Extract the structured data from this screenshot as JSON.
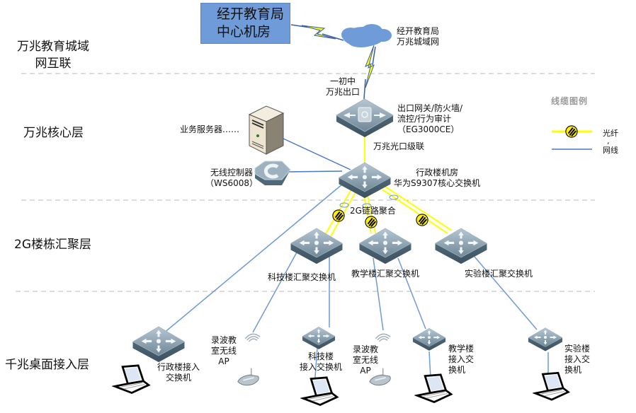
{
  "layers": [
    {
      "id": "metro",
      "label": "万兆教育城域\n网互联"
    },
    {
      "id": "core",
      "label": "万兆核心层"
    },
    {
      "id": "aggregation",
      "label": "2G楼栋汇聚层"
    },
    {
      "id": "access",
      "label": "千兆桌面接入层"
    }
  ],
  "top": {
    "datacenter_box": "经开教育局\n中心机房",
    "cloud_label": "经开教育局\n万兆城域网",
    "uplink_label": "一初中\n万兆出口"
  },
  "core": {
    "gateway_label": "出口网关/防火墙/\n流控/行为审计\n（EG3000CE）",
    "cascade_label": "万兆光口级联",
    "server_label": "业务服务器……",
    "wireless_controller_label": "无线控制器\n（WS6008）",
    "core_switch_label": "行政楼机房\n华为S9307核心交换机"
  },
  "aggregation": {
    "link_aggregation_label": "2G链路聚合",
    "switches": [
      {
        "label": "科技楼汇聚交换机"
      },
      {
        "label": "教学楼汇聚交换机"
      },
      {
        "label": "实验楼汇聚交换机"
      }
    ]
  },
  "access": {
    "switches": [
      {
        "label": "行政楼接入\n交换机"
      },
      {
        "label": "科技楼\n接入交换机"
      },
      {
        "label": "教学楼\n接入交\n换机"
      },
      {
        "label": "实验楼\n接入交\n换机"
      }
    ],
    "aps": [
      {
        "label": "录波教\n室无线\nAP"
      },
      {
        "label": "录波教\n室无线\nAP"
      }
    ]
  },
  "legend": {
    "title": "线缆图例",
    "items": [
      {
        "type": "fiber",
        "label": "光纤"
      },
      {
        "type": "separator",
        "label": ","
      },
      {
        "type": "ethernet",
        "label": "网线"
      }
    ]
  },
  "colors": {
    "fiber": "#ffff00",
    "ethernet": "#4a78c8",
    "box": "#6f9bd8",
    "cloud": "#6f9bd8",
    "switch_top": "#8ea4b4",
    "switch_side": "#4f6878",
    "divider": "#b8b8b8"
  }
}
